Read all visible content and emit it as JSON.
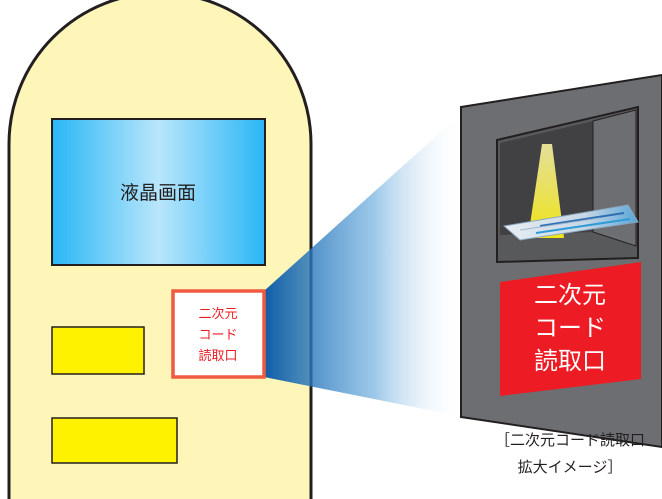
{
  "colors": {
    "machine_body": "#fdf6b8",
    "outline": "#231f20",
    "screen_blue": "#29b6f6",
    "screen_light": "#b9e6fb",
    "button_yellow": "#fff200",
    "reader_red": "#ed1c24",
    "reader_outline": "#ef5a40",
    "zoom_grey": "#6d6e71",
    "slot_dark": "#414042",
    "beam_yellow": "#f7ec13",
    "zoom_gradient_blue": "#0f5ca8"
  },
  "icons": {
    "scan_beam": "scan-beam-icon",
    "ticket": "ticket-icon"
  },
  "machine": {
    "screen_label": "液晶画面",
    "reader_label_lines": [
      "二次元",
      "コード",
      "読取口"
    ]
  },
  "zoom": {
    "reader_label_lines": [
      "二次元",
      "コード",
      "読取口"
    ]
  },
  "caption": {
    "lines": [
      "［二次元コード読取口",
      "拡大イメージ］"
    ]
  }
}
